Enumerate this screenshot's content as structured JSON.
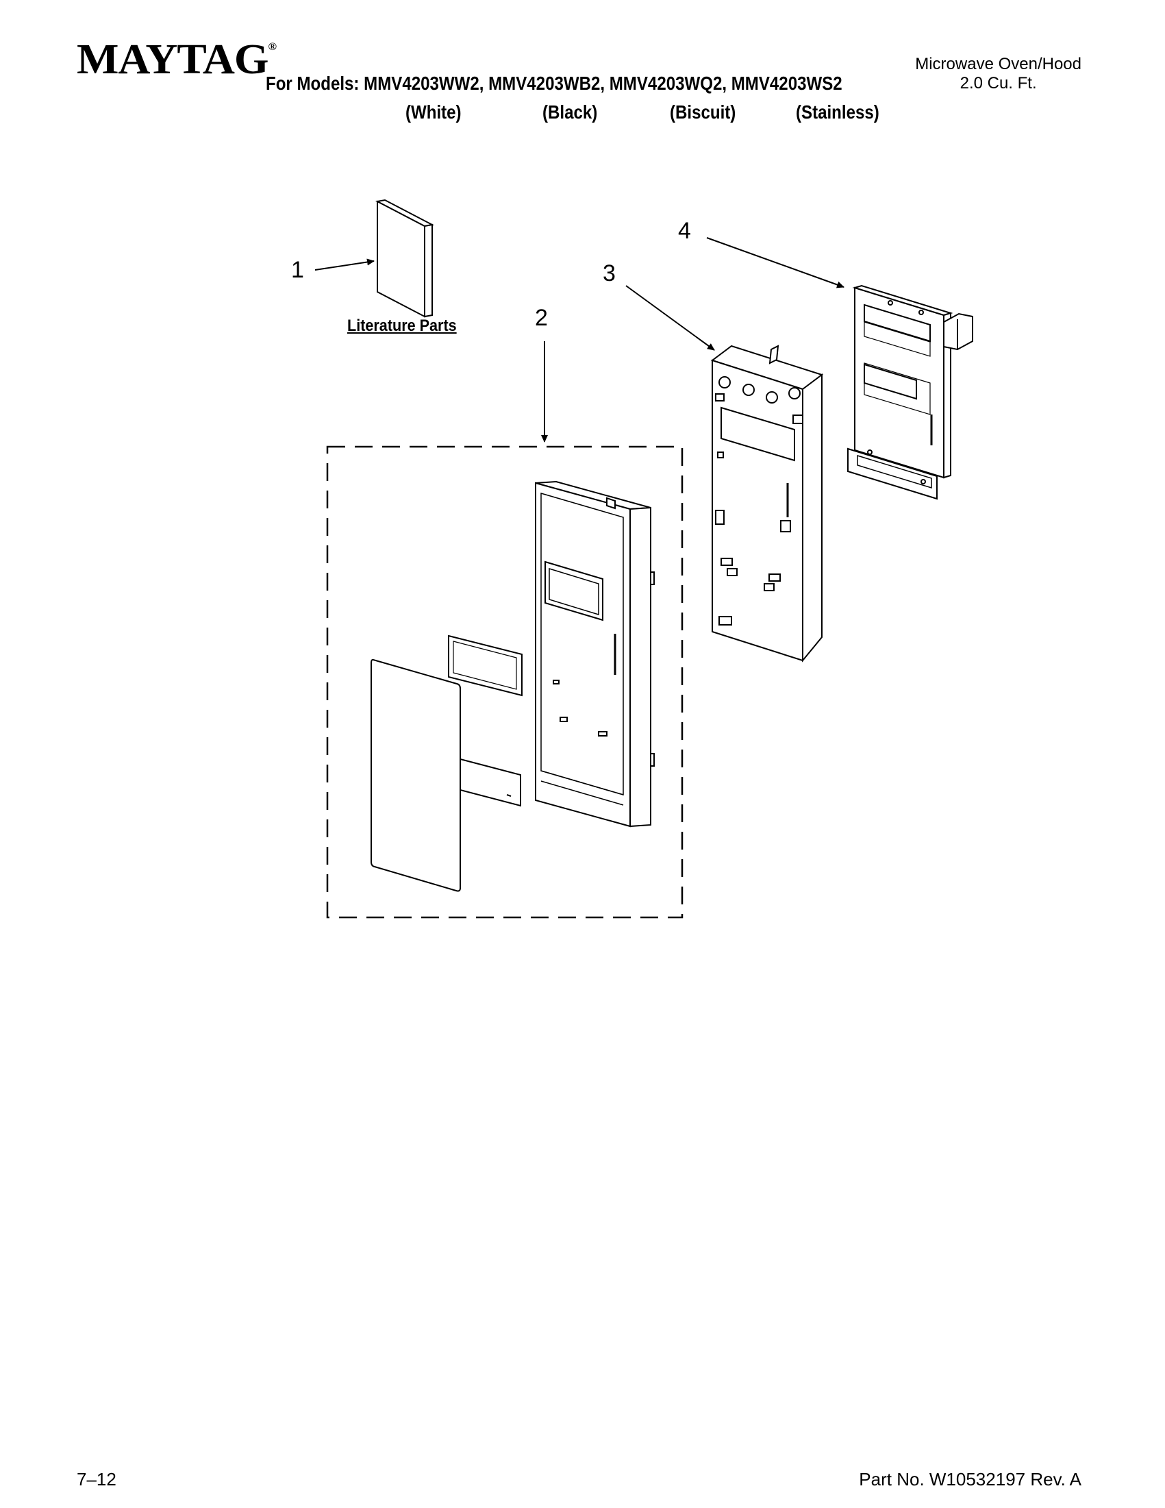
{
  "header": {
    "brand": "MAYTAG",
    "brand_mark": "®",
    "models_line": "For Models: MMV4203WW2, MMV4203WB2, MMV4203WQ2, MMV4203WS2",
    "colors": [
      "(White)",
      "(Black)",
      "(Biscuit)",
      "(Stainless)"
    ],
    "product_line1": "Microwave Oven/Hood",
    "product_line2": "2.0 Cu. Ft."
  },
  "diagram": {
    "callouts": [
      "1",
      "2",
      "3",
      "4"
    ],
    "literature_label": "Literature Parts"
  },
  "footer": {
    "page": "7–12",
    "part_number": "Part No. W10532197 Rev. A"
  }
}
